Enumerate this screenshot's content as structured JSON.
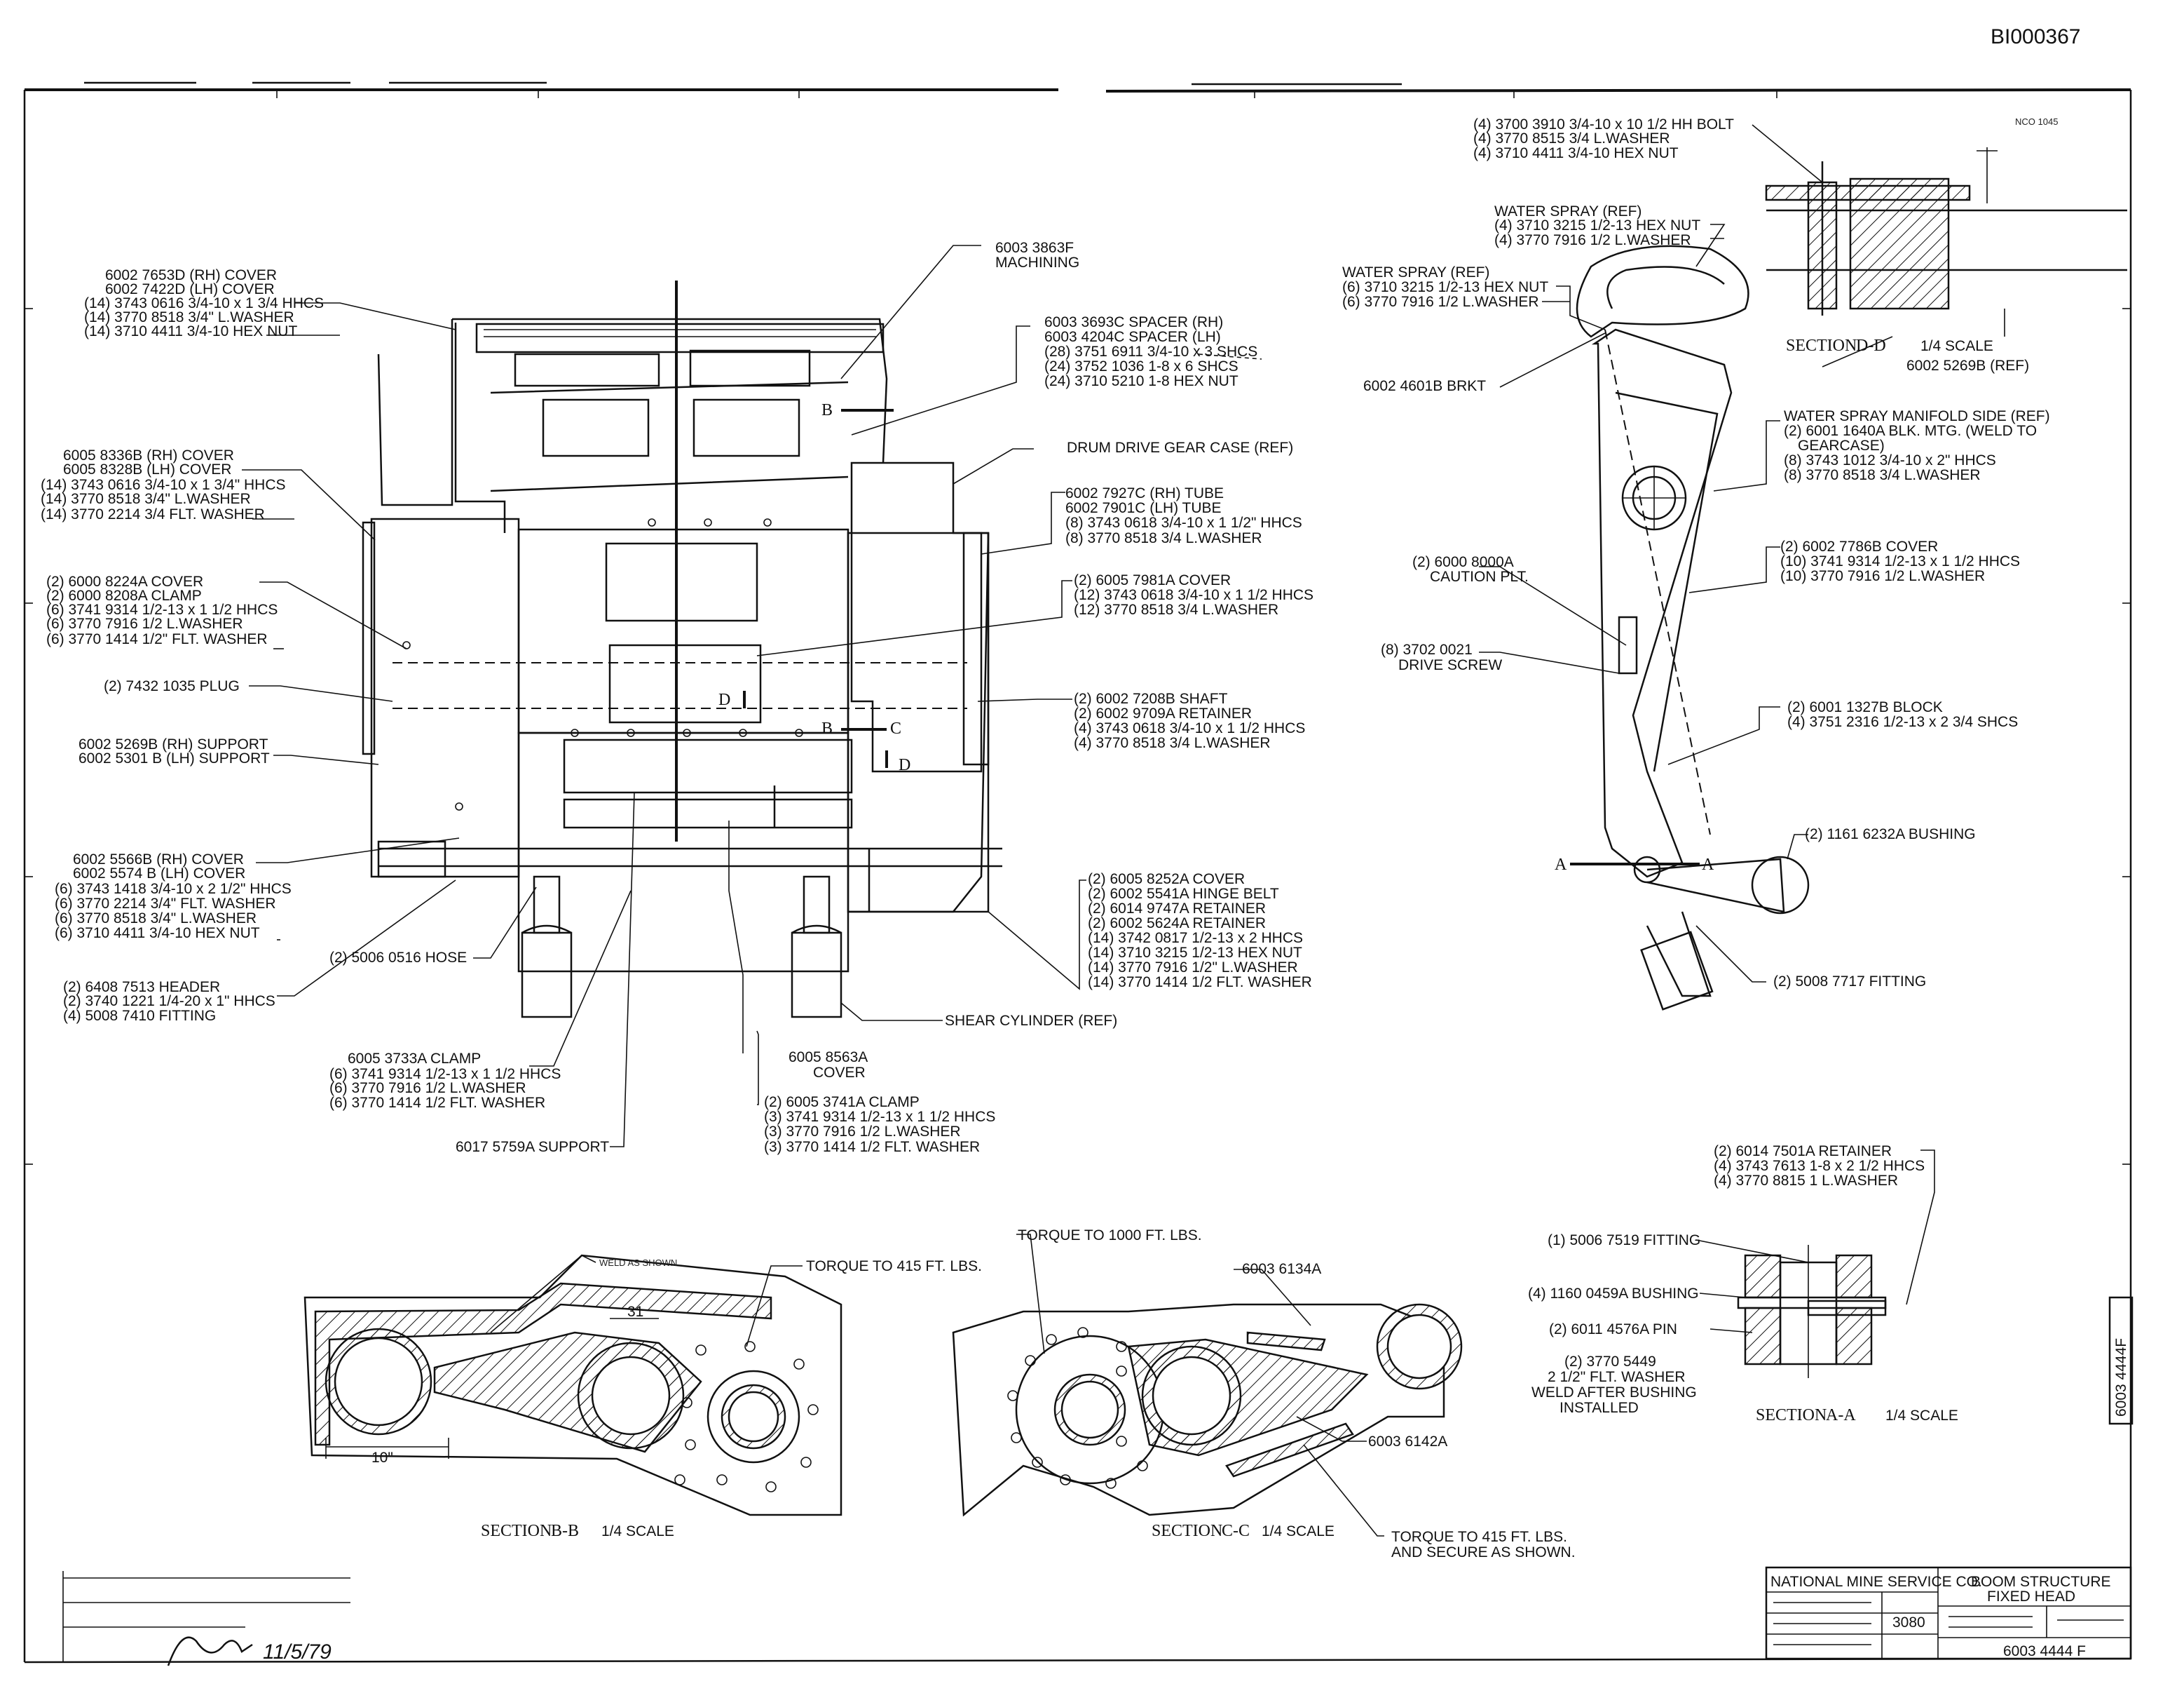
{
  "doc_id": "BI000367",
  "labels": {
    "l1": "6002 7653D (RH) COVER",
    "l2": "6002 7422D (LH) COVER",
    "l3": "(14) 3743 0616 3/4-10 x 1 3/4 HHCS",
    "l4": "(14) 3770 8518 3/4\" L.WASHER",
    "l5": "(14) 3710 4411 3/4-10 HEX NUT",
    "l6": "6005 8336B (RH) COVER",
    "l7": "6005 8328B (LH) COVER",
    "l8": "(14) 3743 0616 3/4-10 x 1 3/4\" HHCS",
    "l9": "(14) 3770 8518 3/4\" L.WASHER",
    "l10": "(14) 3770 2214 3/4 FLT. WASHER",
    "l11": "(2) 6000 8224A COVER",
    "l12": "(2) 6000 8208A CLAMP",
    "l13": "(6) 3741 9314 1/2-13 x 1 1/2 HHCS",
    "l14": "(6) 3770 7916 1/2 L.WASHER",
    "l15": "(6) 3770 1414 1/2\" FLT. WASHER",
    "l16": "(2) 7432 1035 PLUG",
    "l17": "6002 5269B (RH) SUPPORT",
    "l18": "6002 5301 B (LH) SUPPORT",
    "l19": "6002 5566B (RH) COVER",
    "l20": "6002 5574 B (LH) COVER",
    "l21": "(6) 3743 1418 3/4-10 x 2 1/2\" HHCS",
    "l22": "(6) 3770 2214 3/4\" FLT. WASHER",
    "l23": "(6) 3770 8518 3/4\" L.WASHER",
    "l24": "(6) 3710 4411 3/4-10 HEX NUT",
    "l25": "(2) 5006 0516 HOSE",
    "l26": "(2) 6408 7513 HEADER",
    "l27": "(2) 3740 1221 1/4-20 x 1\" HHCS",
    "l28": "(4) 5008 7410 FITTING",
    "l29": "6005 3733A CLAMP",
    "l30": "(6) 3741 9314 1/2-13 x 1 1/2 HHCS",
    "l31": "(6) 3770 7916 1/2 L.WASHER",
    "l32": "(6) 3770 1414 1/2 FLT. WASHER",
    "l33": "6017 5759A SUPPORT",
    "l34": "6005 8563A",
    "l35": "COVER",
    "l36": "(2) 6005 3741A CLAMP",
    "l37": "(3) 3741 9314 1/2-13 x 1 1/2 HHCS",
    "l38": "(3) 3770 7916 1/2 L.WASHER",
    "l39": "(3) 3770 1414 1/2 FLT. WASHER",
    "l40": "6003 3863F",
    "l41": "MACHINING",
    "l42": "6003 3693C SPACER (RH)",
    "l43": "6003 4204C SPACER (LH)",
    "l44": "(28) 3751 6911 3/4-10 x 3 SHCS",
    "l45": "(24) 3752 1036 1-8 x 6 SHCS",
    "l46": "(24) 3710 5210 1-8 HEX NUT",
    "l47": "DRUM DRIVE GEAR CASE (REF)",
    "l48": "6002 7927C (RH) TUBE",
    "l49": "6002 7901C (LH) TUBE",
    "l50": "(8) 3743 0618 3/4-10 x 1 1/2\" HHCS",
    "l51": "(8) 3770 8518 3/4 L.WASHER",
    "l52": "(2) 6005 7981A COVER",
    "l53": "(12) 3743 0618 3/4-10 x 1 1/2 HHCS",
    "l54": "(12) 3770 8518 3/4 L.WASHER",
    "l55": "(2) 6002 7208B SHAFT",
    "l56": "(2) 6002 9709A RETAINER",
    "l57": "(4) 3743 0618 3/4-10 x 1 1/2 HHCS",
    "l58": "(4) 3770 8518 3/4 L.WASHER",
    "l59": "(2) 6005 8252A COVER",
    "l60": "(2) 6002 5541A HINGE BELT",
    "l61": "(2) 6014 9747A RETAINER",
    "l62": "(2) 6002 5624A RETAINER",
    "l63": "(14) 3742 0817 1/2-13 x 2 HHCS",
    "l64": "(14) 3710 3215 1/2-13 HEX NUT",
    "l65": "(14) 3770 7916 1/2\" L.WASHER",
    "l66": "(14) 3770 1414 1/2 FLT. WASHER",
    "l67": "SHEAR CYLINDER (REF)",
    "r1": "(4) 3700 3910 3/4-10 x 10 1/2 HH BOLT",
    "r2": "(4) 3770 8515 3/4 L.WASHER",
    "r3": "(4) 3710 4411 3/4-10 HEX NUT",
    "r4": "WATER SPRAY (REF)",
    "r5": "(4) 3710 3215 1/2-13 HEX NUT",
    "r6": "(4) 3770 7916 1/2 L.WASHER",
    "r7": "WATER SPRAY (REF)",
    "r8": "(6) 3710 3215 1/2-13 HEX NUT",
    "r9": "(6) 3770 7916 1/2 L.WASHER",
    "r10": "6002 4601B BRKT",
    "r11": "SECTION",
    "r12": "D-D",
    "r13": "1/4 SCALE",
    "r14": "6002 5269B (REF)",
    "r15": "WATER SPRAY MANIFOLD SIDE (REF)",
    "r16": "(2) 6001 1640A BLK. MTG. (WELD TO",
    "r17": "GEARCASE)",
    "r18": "(8) 3743 1012 3/4-10 x 2\" HHCS",
    "r19": "(8) 3770 8518 3/4 L.WASHER",
    "r20": "(2) 6000 8000A",
    "r21": "CAUTION PLT.",
    "r22": "(2) 6002 7786B COVER",
    "r23": "(10) 3741 9314 1/2-13 x 1 1/2 HHCS",
    "r24": "(10) 3770 7916 1/2 L.WASHER",
    "r25": "(8) 3702 0021",
    "r26": "DRIVE SCREW",
    "r27": "(2) 6001 1327B BLOCK",
    "r28": "(4) 3751 2316 1/2-13 x 2 3/4 SHCS",
    "r29": "(2) 1161 6232A BUSHING",
    "r30": "(2) 5008 7717 FITTING",
    "r31": "(2) 6014 7501A RETAINER",
    "r32": "(4) 3743 7613 1-8 x 2 1/2 HHCS",
    "r33": "(4) 3770 8815 1 L.WASHER",
    "r34": "(1) 5006 7519 FITTING",
    "r35": "(4) 1160 0459A BUSHING",
    "r36": "(2) 6011 4576A PIN",
    "r37": "(2) 3770 5449",
    "r38": "2 1/2\" FLT. WASHER",
    "r39": "WELD AFTER BUSHING",
    "r40": "INSTALLED",
    "r41": "SECTION",
    "r42": "A-A",
    "r43": "1/4 SCALE",
    "b1": "WELD AS SHOWN",
    "b2": "TORQUE TO 415 FT. LBS.",
    "b3": "31",
    "b4": "10\"",
    "b5": "SECTION",
    "b6": "B-B",
    "b7": "1/4 SCALE",
    "b8": "TORQUE TO 1000 FT. LBS.",
    "b9": "6003 6134A",
    "b10": "6003 6142A",
    "b11": "SECTION",
    "b12": "C-C",
    "b13": "1/4 SCALE",
    "b14": "TORQUE TO 415 FT. LBS.",
    "b15": "AND SECURE AS SHOWN."
  },
  "markers": {
    "B": "B",
    "C": "C",
    "D": "D",
    "A": "A"
  },
  "title_block": {
    "company": "NATIONAL MINE SERVICE CO.",
    "title_line1": "BOOM STRUCTURE",
    "title_line2": "FIXED HEAD",
    "model": "3080",
    "drawing_no": "6003 4444 F",
    "side_tab": "6003 4444F"
  },
  "signature": {
    "date": "11/5/79"
  }
}
